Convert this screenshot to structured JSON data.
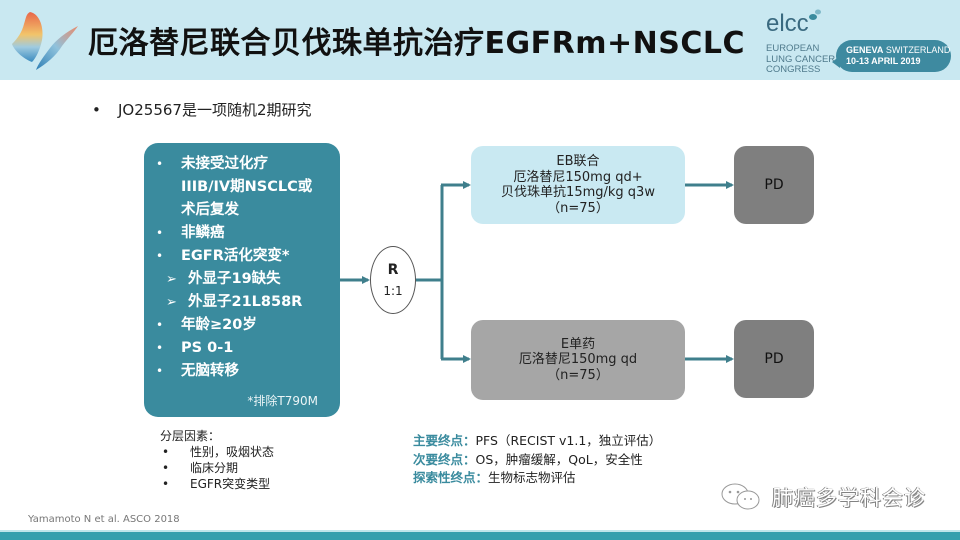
{
  "header": {
    "title": "厄洛替尼联合贝伐珠单抗治疗EGFRm+NSCLC",
    "logo_icon": "butterfly-logo-icon",
    "conference": {
      "name": "elcc",
      "subtitle_lines": [
        "EUROPEAN",
        "LUNG CANCER",
        "CONGRESS"
      ],
      "location_bold": "GENEVA",
      "location_rest": " SWITZERLAND",
      "dates": "10-13 APRIL 2019"
    }
  },
  "intro": {
    "bullet": "•",
    "text": "JO25567是一项随机2期研究"
  },
  "criteria": {
    "items": [
      {
        "bullet": "•",
        "text": "未接受过化疗"
      },
      {
        "bullet": "",
        "text": "IIIB/IV期NSCLC或"
      },
      {
        "bullet": "",
        "text": "术后复发"
      },
      {
        "bullet": "•",
        "text": "非鳞癌"
      },
      {
        "bullet": "•",
        "text": "EGFR活化突变*"
      },
      {
        "bullet": "➢",
        "text": "外显子19缺失"
      },
      {
        "bullet": "➢",
        "text": "外显子21L858R"
      },
      {
        "bullet": "•",
        "text": "年龄≥20岁"
      },
      {
        "bullet": "•",
        "text": "PS 0-1"
      },
      {
        "bullet": "•",
        "text": "无脑转移"
      }
    ],
    "footnote": "*排除T790M"
  },
  "stratification": {
    "title": "分层因素：",
    "items": [
      {
        "bullet": "•",
        "text": "性别，吸烟状态"
      },
      {
        "bullet": "•",
        "text": "临床分期"
      },
      {
        "bullet": "•",
        "text": "EGFR突变类型"
      }
    ]
  },
  "randomization": {
    "label": "R",
    "ratio": "1:1"
  },
  "arms": [
    {
      "lines": [
        "EB联合",
        "厄洛替尼150mg qd+",
        "贝伐珠单抗15mg/kg q3w",
        "（n=75）"
      ],
      "outcome": "PD"
    },
    {
      "lines": [
        "E单药",
        "厄洛替尼150mg qd",
        "（n=75）"
      ],
      "outcome": "PD"
    }
  ],
  "endpoints": [
    {
      "label": "主要终点：",
      "text": "PFS（RECIST v1.1，独立评估）"
    },
    {
      "label": "次要终点：",
      "text": "OS，肿瘤缓解，QoL，安全性"
    },
    {
      "label": "探索性终点：",
      "text": "生物标志物评估"
    }
  ],
  "footer": {
    "citation": "Yamamoto N et al. ASCO 2018",
    "watermark": "肺癌多学科会诊"
  },
  "colors": {
    "header_bg": "#c9e8f1",
    "teal": "#3a8b9e",
    "eb_arm": "#c9e9f2",
    "e_arm": "#a6a6a6",
    "pd": "#7f7f7f",
    "arrow": "#3f7f8c",
    "footer": "#35a0ad"
  }
}
